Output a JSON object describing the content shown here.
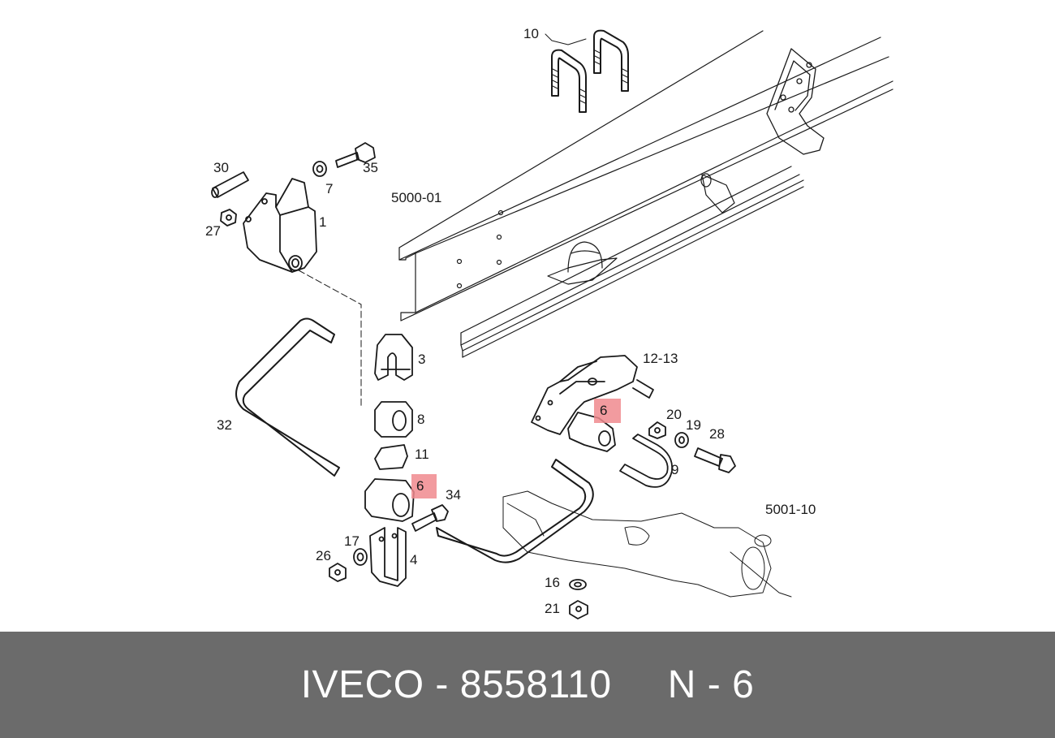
{
  "diagram": {
    "callouts": {
      "c10": "10",
      "c30": "30",
      "c35": "35",
      "c7": "7",
      "c1": "1",
      "c27": "27",
      "c5000": "5000-01",
      "c3": "3",
      "c32": "32",
      "c8": "8",
      "c11": "11",
      "c6a": "6",
      "c34": "34",
      "c17": "17",
      "c26": "26",
      "c4": "4",
      "c1213": "12-13",
      "c6b": "6",
      "c20": "20",
      "c19": "19",
      "c28": "28",
      "c9": "9",
      "c5001": "5001-10",
      "c16": "16",
      "c21": "21"
    },
    "highlight_color": "#f08a8e"
  },
  "footer": {
    "brand": "IVECO",
    "separator": " - ",
    "part_number": "8558110",
    "gap": "     ",
    "position_label": "N - 6",
    "background": "#6b6b6b"
  }
}
